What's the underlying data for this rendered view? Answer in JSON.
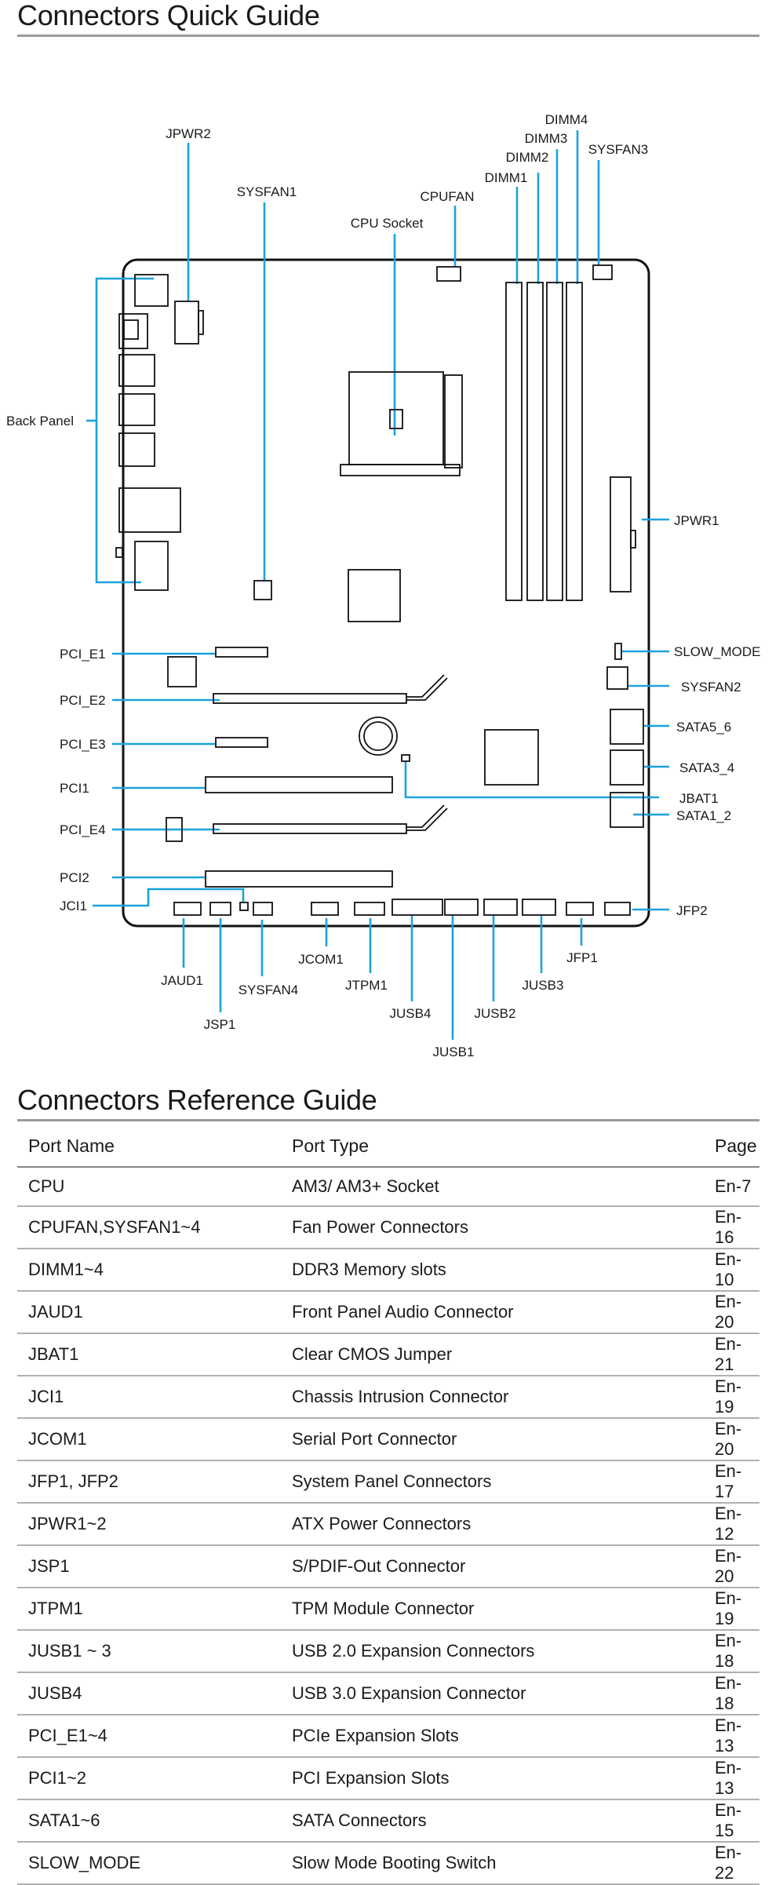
{
  "quick_title": "Connectors Quick Guide",
  "ref_title": "Connectors Reference Guide",
  "diagram_labels": {
    "jpwr2": "JPWR2",
    "sysfan1": "SYSFAN1",
    "cpu_socket": "CPU Socket",
    "cpufan": "CPUFAN",
    "dimm1": "DIMM1",
    "dimm2": "DIMM2",
    "dimm3": "DIMM3",
    "dimm4": "DIMM4",
    "sysfan3": "SYSFAN3",
    "back_panel": "Back  Panel",
    "jpwr1": "JPWR1",
    "slow_mode": "SLOW_MODE",
    "sysfan2": "SYSFAN2",
    "sata5_6": "SATA5_6",
    "sata3_4": "SATA3_4",
    "jbat1": "JBAT1",
    "sata1_2": "SATA1_2",
    "jfp2": "JFP2",
    "pci_e1": "PCI_E1",
    "pci_e2": "PCI_E2",
    "pci_e3": "PCI_E3",
    "pci1": "PCI1",
    "pci_e4": "PCI_E4",
    "pci2": "PCI2",
    "jci1": "JCI1",
    "jaud1": "JAUD1",
    "jsp1": "JSP1",
    "sysfan4": "SYSFAN4",
    "jcom1": "JCOM1",
    "jtpm1": "JTPM1",
    "jusb4": "JUSB4",
    "jusb1": "JUSB1",
    "jusb2": "JUSB2",
    "jusb3": "JUSB3",
    "jfp1": "JFP1"
  },
  "colors": {
    "leader": "#1ba3dc",
    "board": "#111111",
    "rule": "#9a9a9a"
  },
  "table": {
    "headers": [
      "Port Name",
      "Port Type",
      "Page"
    ],
    "rows": [
      [
        "CPU",
        "AM3/ AM3+ Socket",
        "En-7"
      ],
      [
        "CPUFAN,SYSFAN1~4",
        "Fan Power Connectors",
        "En-16"
      ],
      [
        "DIMM1~4",
        "DDR3 Memory slots",
        "En-10"
      ],
      [
        "JAUD1",
        "Front Panel Audio Connector",
        "En-20"
      ],
      [
        "JBAT1",
        "Clear CMOS Jumper",
        "En-21"
      ],
      [
        "JCI1",
        "Chassis Intrusion Connector",
        "En-19"
      ],
      [
        "JCOM1",
        "Serial Port Connector",
        "En-20"
      ],
      [
        "JFP1, JFP2",
        "System Panel Connectors",
        "En-17"
      ],
      [
        "JPWR1~2",
        "ATX Power Connectors",
        "En-12"
      ],
      [
        "JSP1",
        "S/PDIF-Out Connector",
        "En-20"
      ],
      [
        "JTPM1",
        "TPM Module Connector",
        "En-19"
      ],
      [
        "JUSB1 ~ 3",
        "USB 2.0 Expansion Connectors",
        "En-18"
      ],
      [
        "JUSB4",
        "USB 3.0 Expansion Connector",
        "En-18"
      ],
      [
        "PCI_E1~4",
        "PCIe Expansion Slots",
        "En-13"
      ],
      [
        "PCI1~2",
        "PCI Expansion Slots",
        "En-13"
      ],
      [
        "SATA1~6",
        "SATA Connectors",
        "En-15"
      ],
      [
        "SLOW_MODE",
        "Slow Mode Booting Switch",
        "En-22"
      ]
    ]
  }
}
